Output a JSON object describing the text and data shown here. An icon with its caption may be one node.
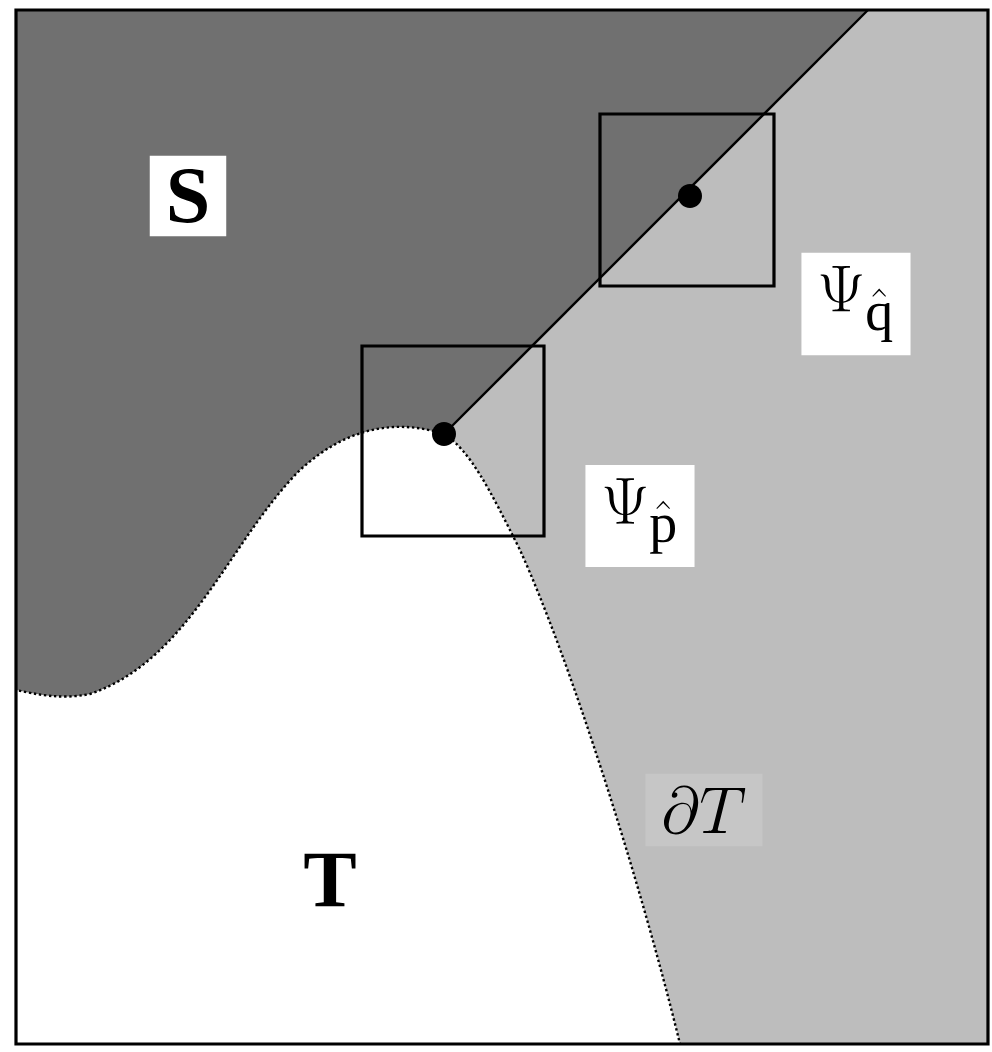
{
  "diagram": {
    "labels": [
      "S",
      "\\Psi_{\\hat{\\mathrm{q}}}",
      "\\Psi_{\\hat{\\mathrm{p}}}",
      "\\partial T",
      "T"
    ]
  }
}
